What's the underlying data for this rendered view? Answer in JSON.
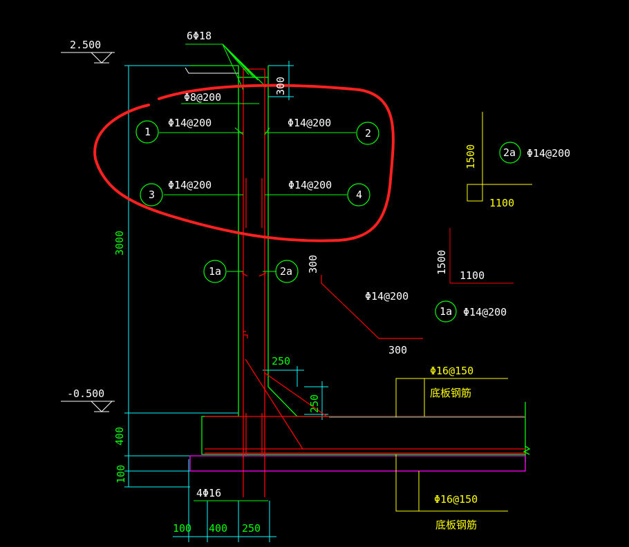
{
  "elevations": {
    "top": "2.500",
    "bottom": "-0.500"
  },
  "dimensions": {
    "wall_height": "3000",
    "slab_thickness": "400",
    "cushion": "100",
    "top_300": "300",
    "chamfer_h": "250",
    "chamfer_v": "250",
    "bottom_100": "100",
    "bottom_400": "400",
    "bottom_250": "250"
  },
  "rebar": {
    "top_longitudinal": "6Φ18",
    "stirrup": "Φ8@200",
    "bar1": "Φ14@200",
    "bar2": "Φ14@200",
    "bar3": "Φ14@200",
    "bar4": "Φ14@200",
    "base_bars": "4Φ16",
    "slab_top": "Φ16@150",
    "slab_bottom": "Φ16@150",
    "slab_label_top": "底板钢筋",
    "slab_label_bottom": "底板钢筋"
  },
  "markers": {
    "m1": "1",
    "m2": "2",
    "m3": "3",
    "m4": "4",
    "m1a": "1a",
    "m2a": "2a",
    "detail_1a": "1a",
    "detail_2a": "2a"
  },
  "details": {
    "d2a_rebar": "Φ14@200",
    "d2a_v": "1500",
    "d2a_h": "1100",
    "d1a_v": "1500",
    "d1a_h": "1100",
    "d1a_rebar": "Φ14@200",
    "bent_rebar": "Φ14@200",
    "bent_300_a": "300",
    "bent_300_b": "300"
  },
  "colors": {
    "background": "#000000",
    "structure": "#00ff00",
    "rebar": "#ff0000",
    "dimension": "#00ffff",
    "slab": "#ff00ff",
    "highlight": "#ff2020",
    "text": "#ffffff",
    "label": "#ffff00"
  }
}
